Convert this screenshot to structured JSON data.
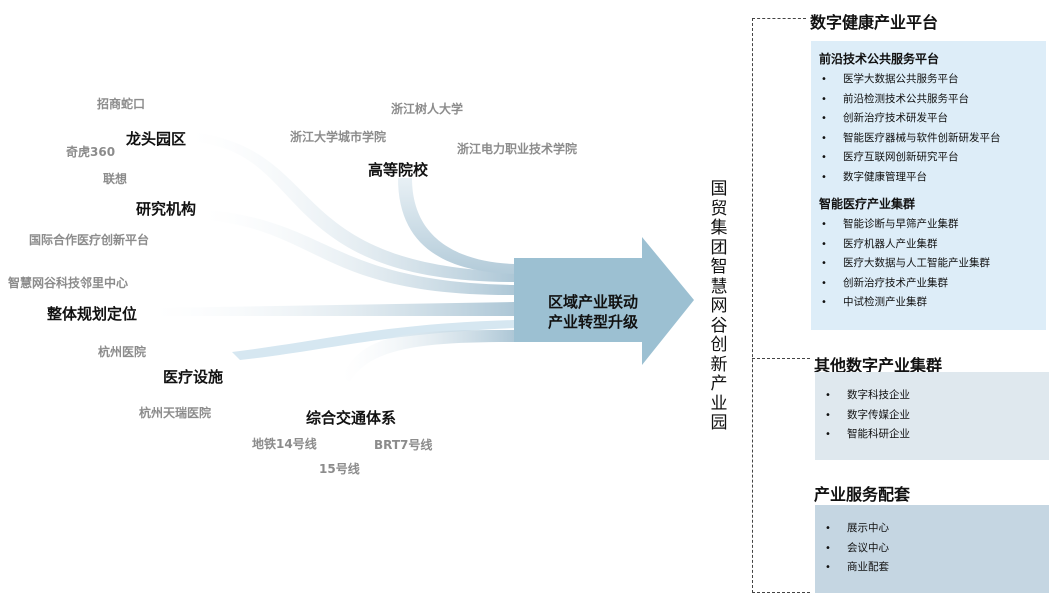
{
  "center": {
    "line1": "区域产业联动",
    "line2": "产业转型升级"
  },
  "park_title": "国贸集团智慧网谷创新产业园",
  "factors": [
    {
      "label": "龙头园区"
    },
    {
      "label": "研究机构"
    },
    {
      "label": "整体规划定位"
    },
    {
      "label": "医疗设施"
    },
    {
      "label": "高等院校"
    },
    {
      "label": "综合交通体系"
    }
  ],
  "subs": {
    "zhaoshang": "招商蛇口",
    "qihoo": "奇虎360",
    "lenovo": "联想",
    "intl_med": "国际合作医疗创新平台",
    "smart_valley": "智慧网谷科技邻里中心",
    "hz_hospital": "杭州医院",
    "tianrui": "杭州天瑞医院",
    "zj_shuren": "浙江树人大学",
    "zju_city": "浙江大学城市学院",
    "zj_electric": "浙江电力职业技术学院",
    "metro14": "地铁14号线",
    "brt7": "BRT7号线",
    "line15": "15号线"
  },
  "sections": {
    "digital_health": {
      "title": "数字健康产业平台",
      "groups": [
        {
          "title": "前沿技术公共服务平台",
          "items": [
            "医学大数据公共服务平台",
            "前沿检测技术公共服务平台",
            "创新治疗技术研发平台",
            "智能医疗器械与软件创新研发平台",
            "医疗互联网创新研究平台",
            "数字健康管理平台"
          ]
        },
        {
          "title": "智能医疗产业集群",
          "items": [
            "智能诊断与早筛产业集群",
            "医疗机器人产业集群",
            "医疗大数据与人工智能产业集群",
            "创新治疗技术产业集群",
            "中试检测产业集群"
          ]
        }
      ]
    },
    "other_digital": {
      "title": "其他数字产业集群",
      "items": [
        "数字科技企业",
        "数字传媒企业",
        "智能科研企业"
      ]
    },
    "services": {
      "title": "产业服务配套",
      "items": [
        "展示中心",
        "会议中心",
        "商业配套"
      ]
    }
  },
  "colors": {
    "flow": "#b8cfdc",
    "arrow": "#9cc0d2",
    "panel1": "#ddedf8",
    "panel2": "#dfe8ee",
    "panel3": "#c5d6e2"
  }
}
